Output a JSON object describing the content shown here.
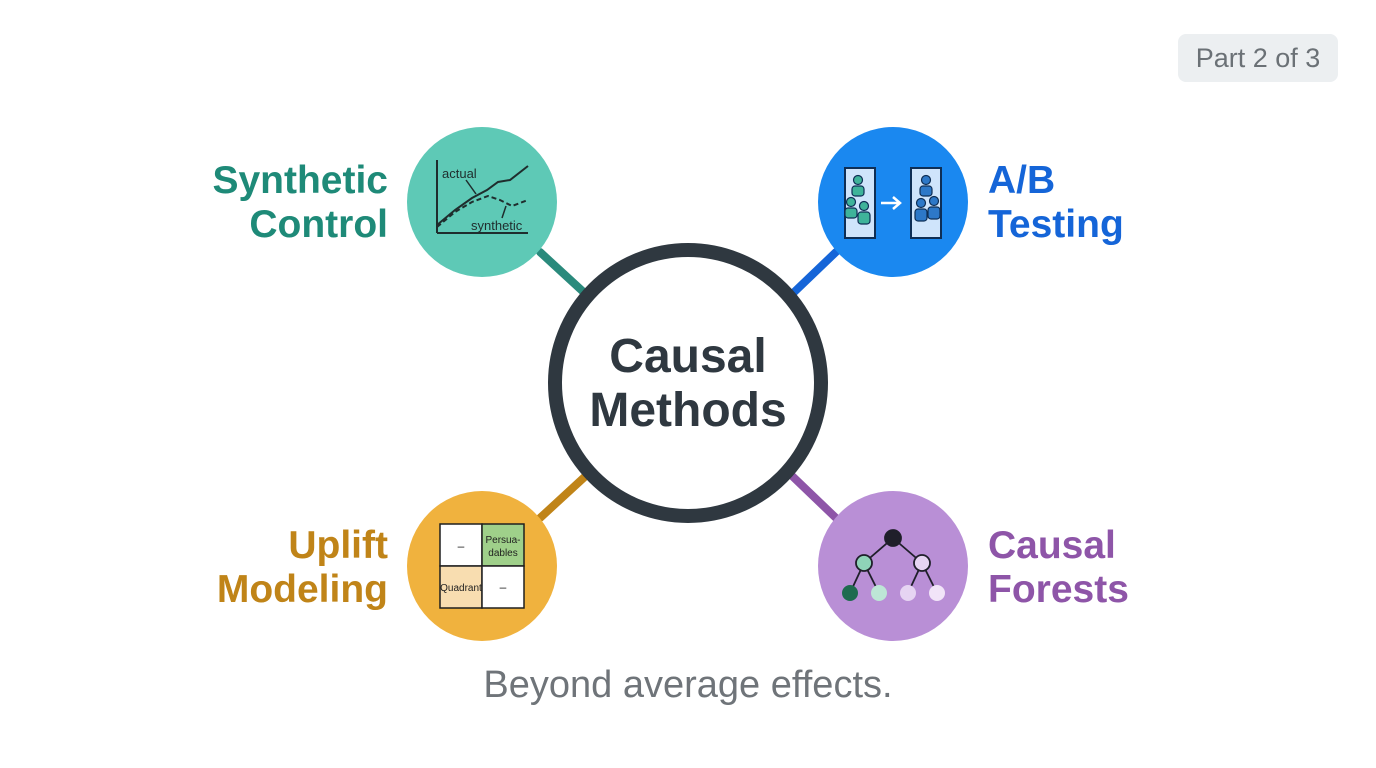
{
  "badge": "Part 2 of 3",
  "center": {
    "line1": "Causal",
    "line2": "Methods"
  },
  "methods": {
    "synthetic_control": {
      "line1": "Synthetic",
      "line2": "Control",
      "color": "#1e8a78",
      "fill": "#5ec9b6",
      "chart_labels": {
        "actual": "actual",
        "synthetic": "synthetic"
      }
    },
    "ab_testing": {
      "line1": "A/B",
      "line2": "Testing",
      "color": "#1565d8",
      "fill": "#1a88f0"
    },
    "uplift_modeling": {
      "line1": "Uplift",
      "line2": "Modeling",
      "color": "#c08418",
      "fill": "#f0b23e",
      "quadrants": {
        "top_left": "–",
        "top_right_1": "Persua-",
        "top_right_2": "dables",
        "bottom_left": "Quadrant",
        "bottom_right": "–"
      }
    },
    "causal_forests": {
      "line1": "Causal",
      "line2": "Forests",
      "color": "#8e55a8",
      "fill": "#b98fd6"
    }
  },
  "tagline": "Beyond average effects.",
  "colors": {
    "hub_ring": "#2f3840",
    "text_dark": "#2f3840"
  }
}
